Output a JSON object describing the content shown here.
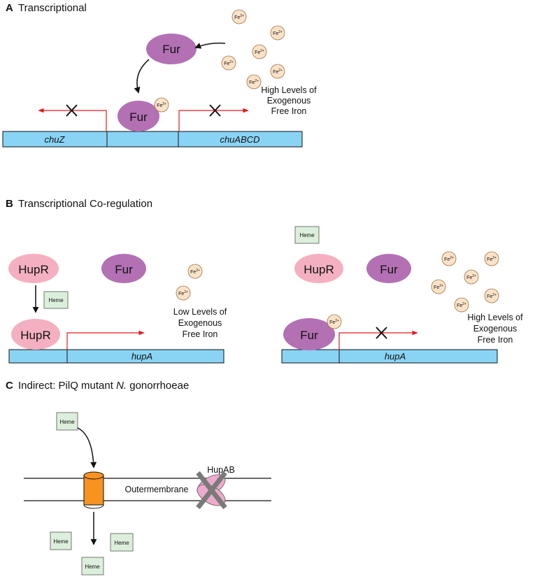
{
  "panels": {
    "a": {
      "letter": "A",
      "title": "Transcriptional"
    },
    "b": {
      "letter": "B",
      "title": "Transcriptional Co-regulation"
    },
    "c": {
      "letter": "C",
      "title_prefix": "Indirect: PilQ mutant ",
      "title_italic": "N.",
      "title_suffix": " gonorrhoeae"
    }
  },
  "labels": {
    "fur": "Fur",
    "hupr": "HupR",
    "heme": "Heme",
    "fe": "Fe",
    "fe_charge": "2+",
    "chuz": "chuZ",
    "chuabcd": "chuABCD",
    "hupa": "hupA",
    "hupab": "HupAB",
    "outer_membrane": "Outermembrane",
    "high_iron": [
      "High Levels of",
      "Exogenous",
      "Free Iron"
    ],
    "low_iron": [
      "Low Levels of",
      "Exogenous",
      "Free Iron"
    ]
  },
  "colors": {
    "gene_box": "#89d4f5",
    "fur": "#b370b3",
    "hupr": "#f4b0c0",
    "iron": "#fbe3c9",
    "heme_box": "#dcefdc",
    "arrow_red": "#e31a1c",
    "channel": "#f7931e",
    "hupab": "#eeaacc",
    "x_gray": "#7a7a7a"
  }
}
